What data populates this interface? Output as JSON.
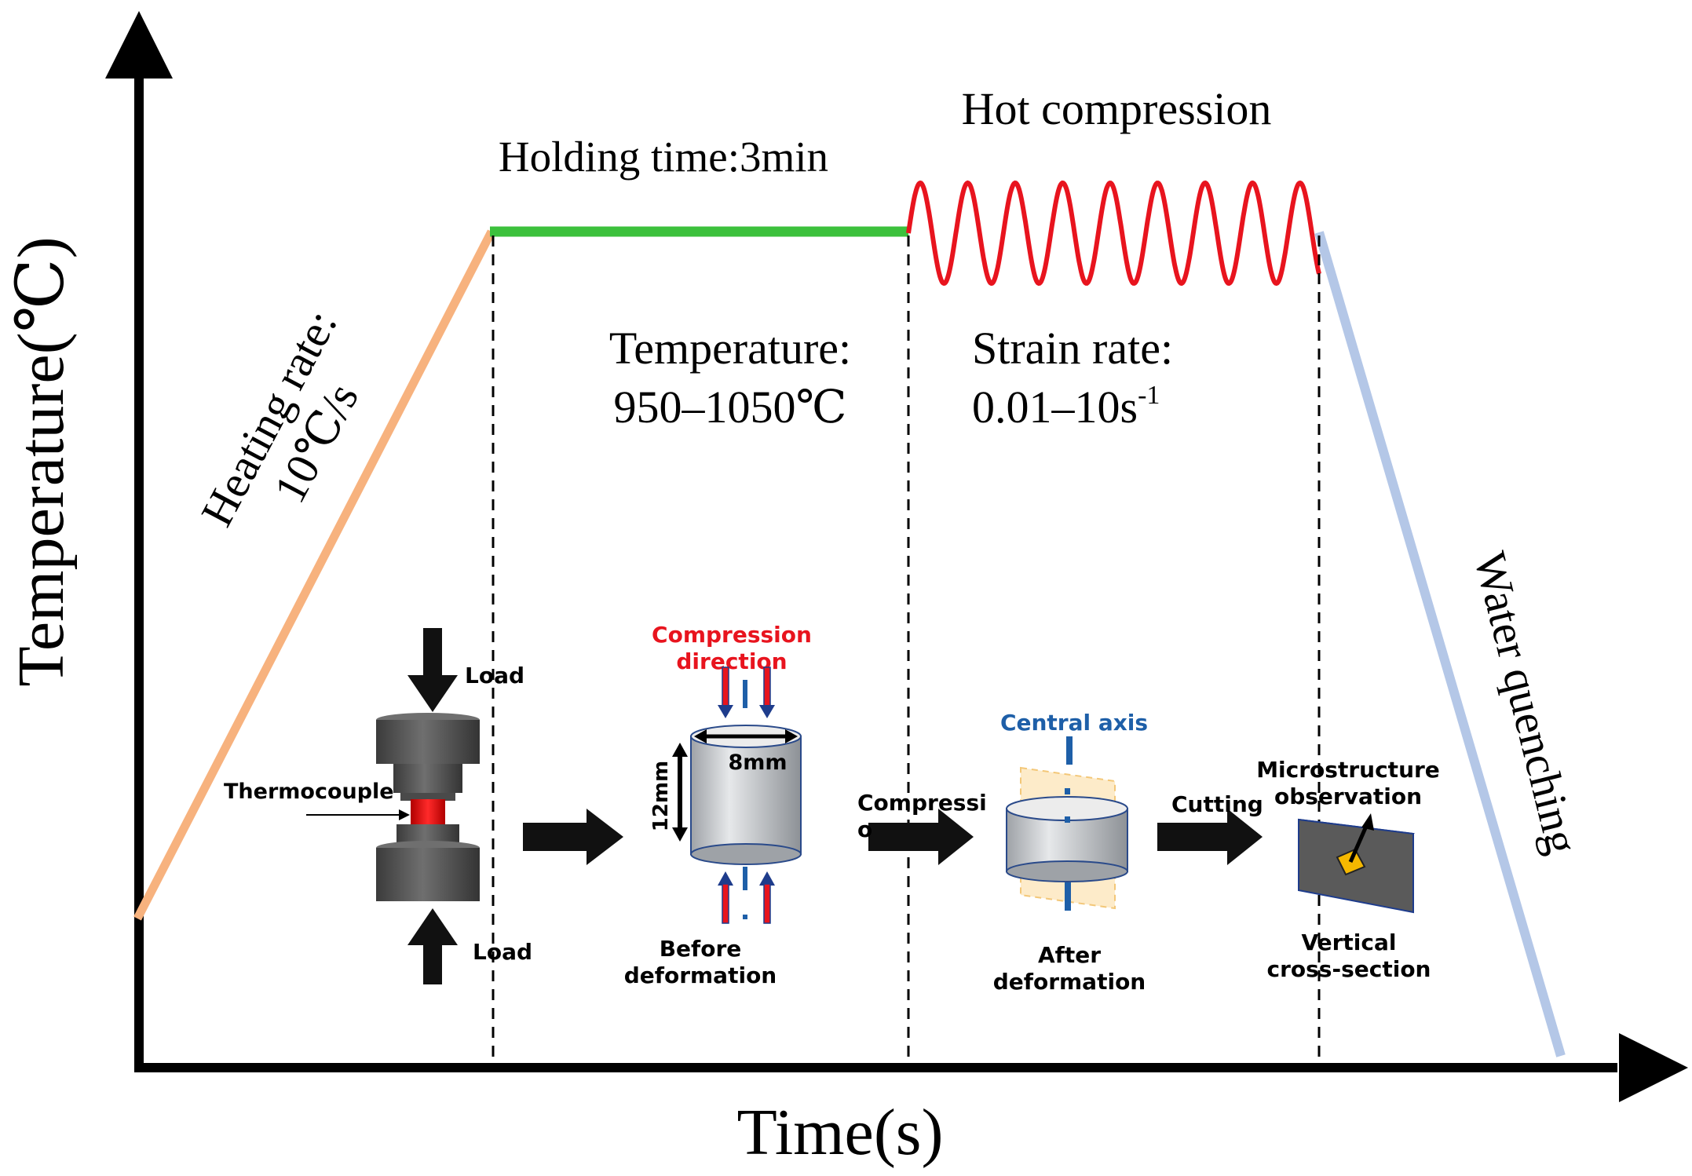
{
  "axes": {
    "y_label": "Temperature(℃)",
    "x_label": "Time(s)"
  },
  "stages": {
    "heating": {
      "label_line1": "Heating rate:",
      "label_line2": "10℃/s",
      "color": "#f7b27e"
    },
    "holding": {
      "label": "Holding time:3min",
      "color": "#3cc13c"
    },
    "hot_compression": {
      "label": "Hot compression",
      "color": "#e8141e"
    },
    "quenching": {
      "label": "Water quenching",
      "color": "#b4c7e7"
    }
  },
  "conditions": {
    "temperature": {
      "title": "Temperature:",
      "value": "950–1050℃"
    },
    "strain_rate": {
      "title": "Strain rate:",
      "value_base": "0.01–10s",
      "value_exp": "-1"
    }
  },
  "specimen": {
    "load_top": "Load",
    "load_bottom": "Load",
    "thermocouple": "Thermocouple",
    "compression_direction_line1": "Compression",
    "compression_direction_line2": "direction",
    "diameter": "8mm",
    "height": "12mm",
    "before_line1": "Before",
    "before_line2": "deformation",
    "compression_arrow_line1": "Compressi",
    "compression_arrow_line2": "o",
    "central_axis": "Central axis",
    "after_line1": "After",
    "after_line2": "deformation",
    "cutting": "Cutting",
    "micro_line1": "Microstructure",
    "micro_line2": "observation",
    "vertical_line1": "Vertical",
    "vertical_line2": "cross-section"
  },
  "colors": {
    "axis": "#000000",
    "direction_label": "#e8141e",
    "central_axis": "#1e5fa8",
    "die": "#505050",
    "specimen": "#cfd2d6",
    "plane": "#fde9c4"
  }
}
